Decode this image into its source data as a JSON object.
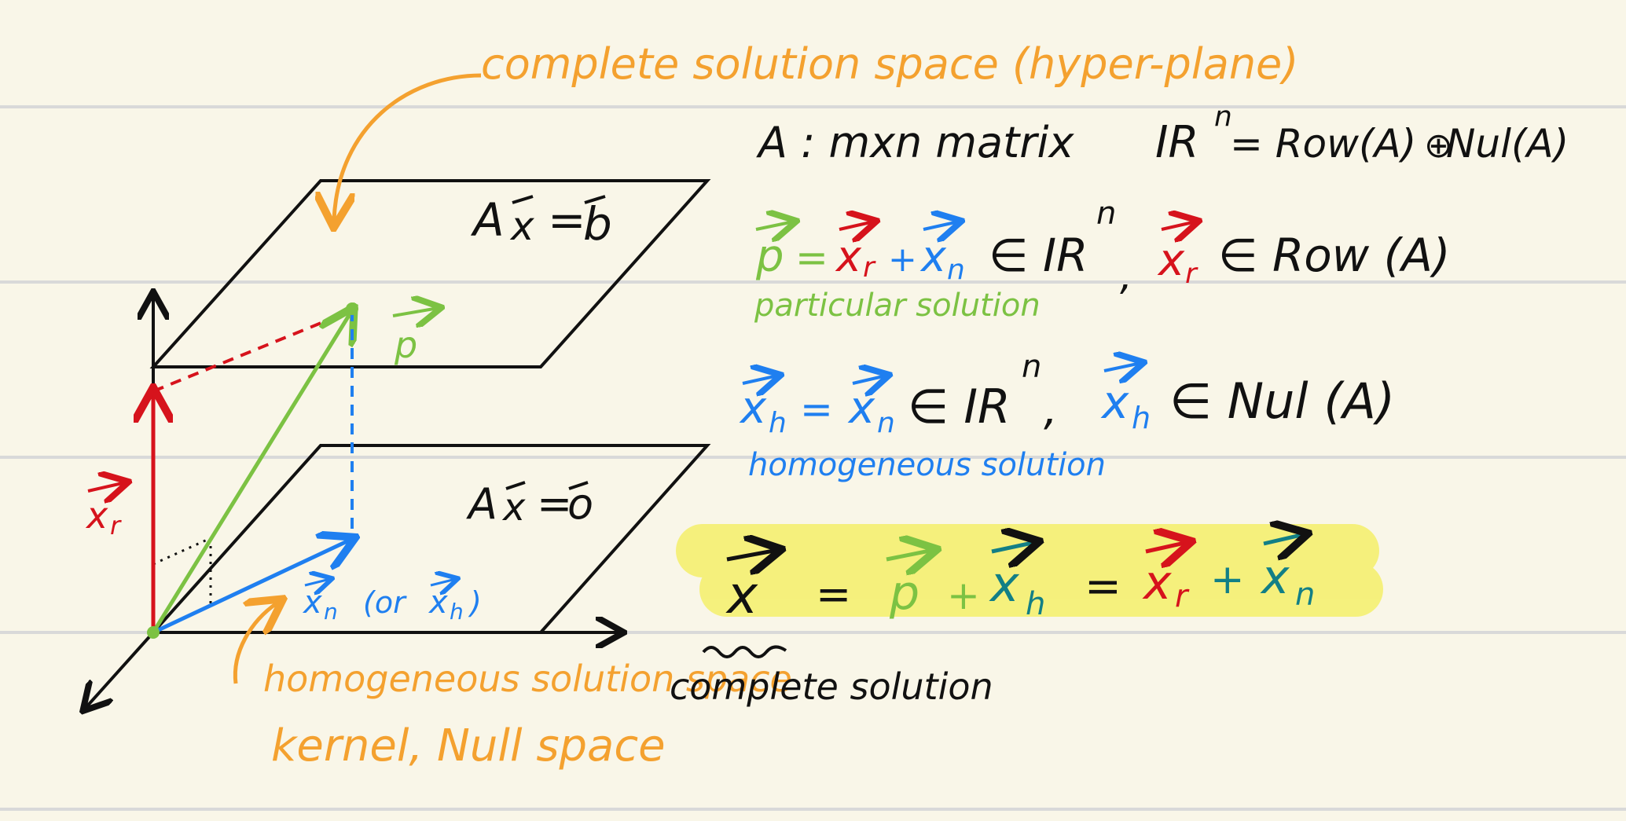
{
  "colors": {
    "paper": "#f9f6e8",
    "rule": "#d9d9d9",
    "black": "#111111",
    "orange": "#f4a12f",
    "red": "#d6131c",
    "green": "#7cc243",
    "blue": "#1f7ff0",
    "teal": "#127f86",
    "highlight": "#f5f06a"
  },
  "annotations": {
    "top_label": "complete solution space (hyper-plane)",
    "bottom_label_1": "homogeneous solution space",
    "bottom_label_2": "kernel, Null space",
    "complete_solution": "complete solution",
    "particular_solution": "particular solution",
    "homogeneous_solution": "homogeneous solution"
  },
  "diagram": {
    "plane_top_eq_A": "A",
    "plane_top_eq_x": "x",
    "plane_top_eq_eq": "=",
    "plane_top_eq_b": "b",
    "plane_bot_eq_A": "A",
    "plane_bot_eq_x": "x",
    "plane_bot_eq_eq": "=",
    "plane_bot_eq_0": "o",
    "p_label": "p",
    "xr_label": "x",
    "xr_sub": "r",
    "xn_label": "x",
    "xn_sub": "n",
    "or_open": "(or",
    "xh_label": "x",
    "xh_sub": "h",
    "or_close": ")"
  },
  "equations": {
    "line1_left": "A : mxn matrix",
    "line1_right_R": "IR",
    "line1_right_n": "n",
    "line1_right_rest_1": "= Row(A)",
    "line1_right_oplus": "⊕",
    "line1_right_rest_2": "Nul(A)",
    "line2": {
      "p": "p",
      "eq": "=",
      "xr": "x",
      "xr_sub": "r",
      "plus": "+",
      "xn": "x",
      "xn_sub": "n",
      "in_R": "∈ IR",
      "sup_n": "n",
      "comma": ",",
      "xr2": "x",
      "xr2_sub": "r",
      "in_row": "∈ Row (A)"
    },
    "line3": {
      "xh": "x",
      "xh_sub": "h",
      "eq": "=",
      "xn": "x",
      "xn_sub": "n",
      "in_R": "∈ IR",
      "sup_n": "n",
      "comma": ",",
      "xh2": "x",
      "xh2_sub": "h",
      "in_nul": "∈ Nul (A)"
    },
    "line4": {
      "x": "x",
      "eq1": "=",
      "p": "p",
      "plus1": "+",
      "xh": "x",
      "xh_sub": "h",
      "eq2": "=",
      "xr": "x",
      "xr_sub": "r",
      "plus2": "+",
      "xn": "x",
      "xn_sub": "n"
    }
  }
}
